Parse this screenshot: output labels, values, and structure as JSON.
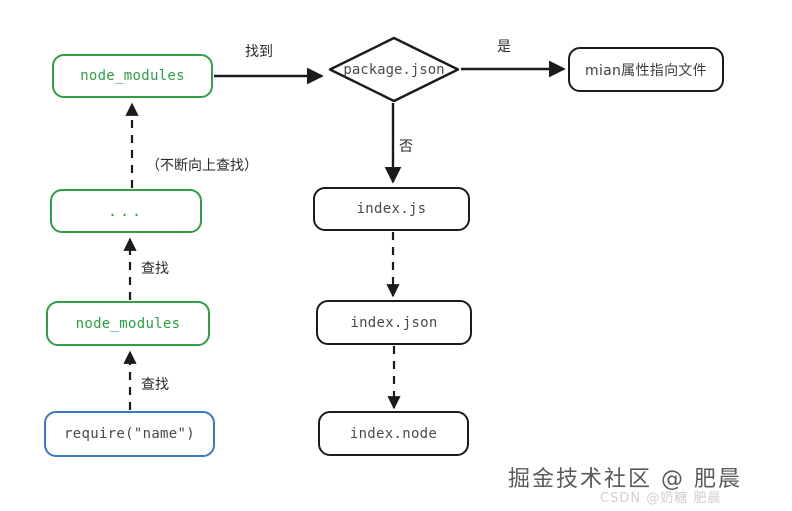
{
  "diagram": {
    "title": "Node.js require() module resolution flow",
    "background": "#ffffff",
    "colors": {
      "green": "#2f9e44",
      "blue": "#3b77c4",
      "dark": "#1b1b1b",
      "text_gray": "#4a4a4a",
      "label": "#2b2b2b"
    },
    "nodes": {
      "node_modules_top": "node_modules",
      "dots": "...",
      "node_modules_mid": "node_modules",
      "require_call": "require(\"name\")",
      "package_json": "package.json",
      "main_field": "mian属性指向文件",
      "index_js": "index.js",
      "index_json": "index.json",
      "index_node": "index.node"
    },
    "edge_labels": {
      "found": "找到",
      "yes": "是",
      "no": "否",
      "search_up": "（不断向上查找）",
      "lookup_1": "查找",
      "lookup_2": "查找"
    }
  },
  "watermark": {
    "main": "掘金技术社区 @ 肥晨",
    "sub": "CSDN @奶糖 肥晨"
  }
}
